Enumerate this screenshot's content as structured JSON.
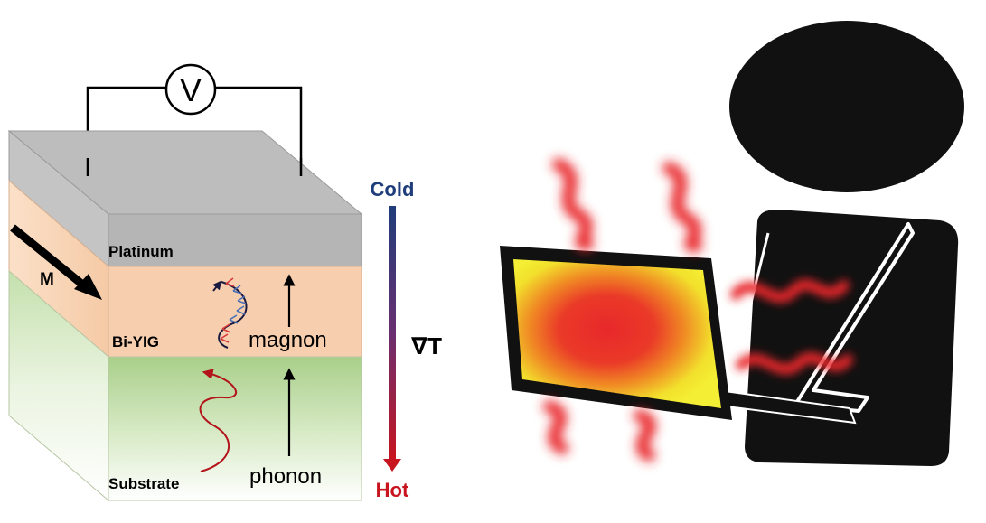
{
  "device": {
    "meter_symbol": "V",
    "magnetization_label": "M",
    "layers": {
      "top": "Platinum",
      "middle": "Bi-YIG",
      "bottom": "Substrate"
    },
    "waves": {
      "magnon": "magnon",
      "phonon": "phonon"
    }
  },
  "gradient": {
    "cold": "Cold",
    "hot": "Hot",
    "symbol": "∇T",
    "cold_color": "#1f3d7a",
    "hot_color": "#c8141e"
  },
  "colors": {
    "platinum": "#b8b8b8",
    "bi_yig": "#f7cfae",
    "substrate": "#b9d89c",
    "heat": "#e8262a",
    "screen": "#f2ea2c",
    "silhouette": "#111111"
  }
}
